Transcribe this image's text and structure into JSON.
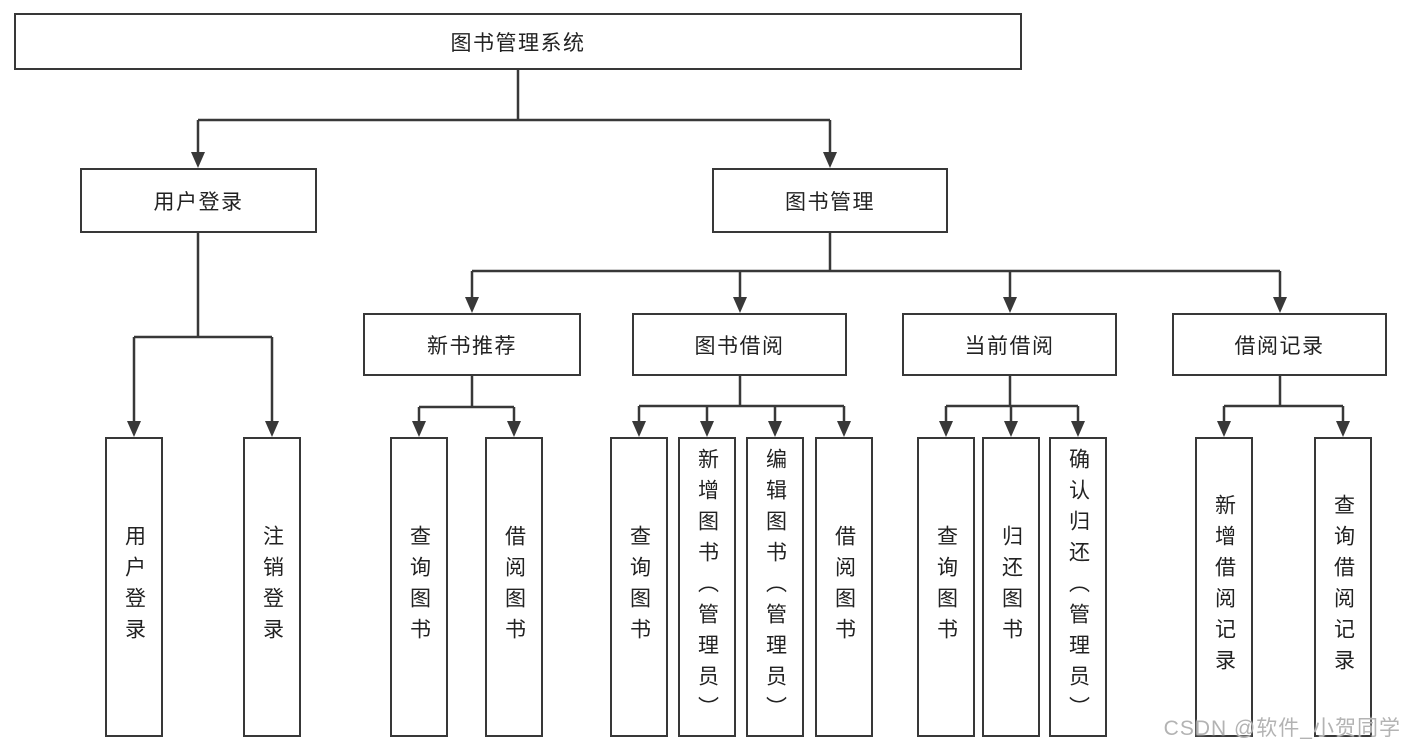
{
  "tree": {
    "root": {
      "label": "图书管理系统",
      "children": [
        {
          "label": "用户登录",
          "children": [
            {
              "label": "用户登录"
            },
            {
              "label": "注销登录"
            }
          ]
        },
        {
          "label": "图书管理",
          "children": [
            {
              "label": "新书推荐",
              "children": [
                {
                  "label": "查询图书"
                },
                {
                  "label": "借阅图书"
                }
              ]
            },
            {
              "label": "图书借阅",
              "children": [
                {
                  "label": "查询图书"
                },
                {
                  "label": "新增图书（管理员）"
                },
                {
                  "label": "编辑图书（管理员）"
                },
                {
                  "label": "借阅图书"
                }
              ]
            },
            {
              "label": "当前借阅",
              "children": [
                {
                  "label": "查询图书"
                },
                {
                  "label": "归还图书"
                },
                {
                  "label": "确认归还（管理员）"
                }
              ]
            },
            {
              "label": "借阅记录",
              "children": [
                {
                  "label": "新增借阅记录"
                },
                {
                  "label": "查询借阅记录"
                }
              ]
            }
          ]
        }
      ]
    }
  },
  "watermark": {
    "text": "CSDN @软件_小贺同学"
  },
  "colors": {
    "line": "#383838",
    "box_border": "#383838",
    "text": "#222222",
    "watermark": "#b3b3b3"
  }
}
